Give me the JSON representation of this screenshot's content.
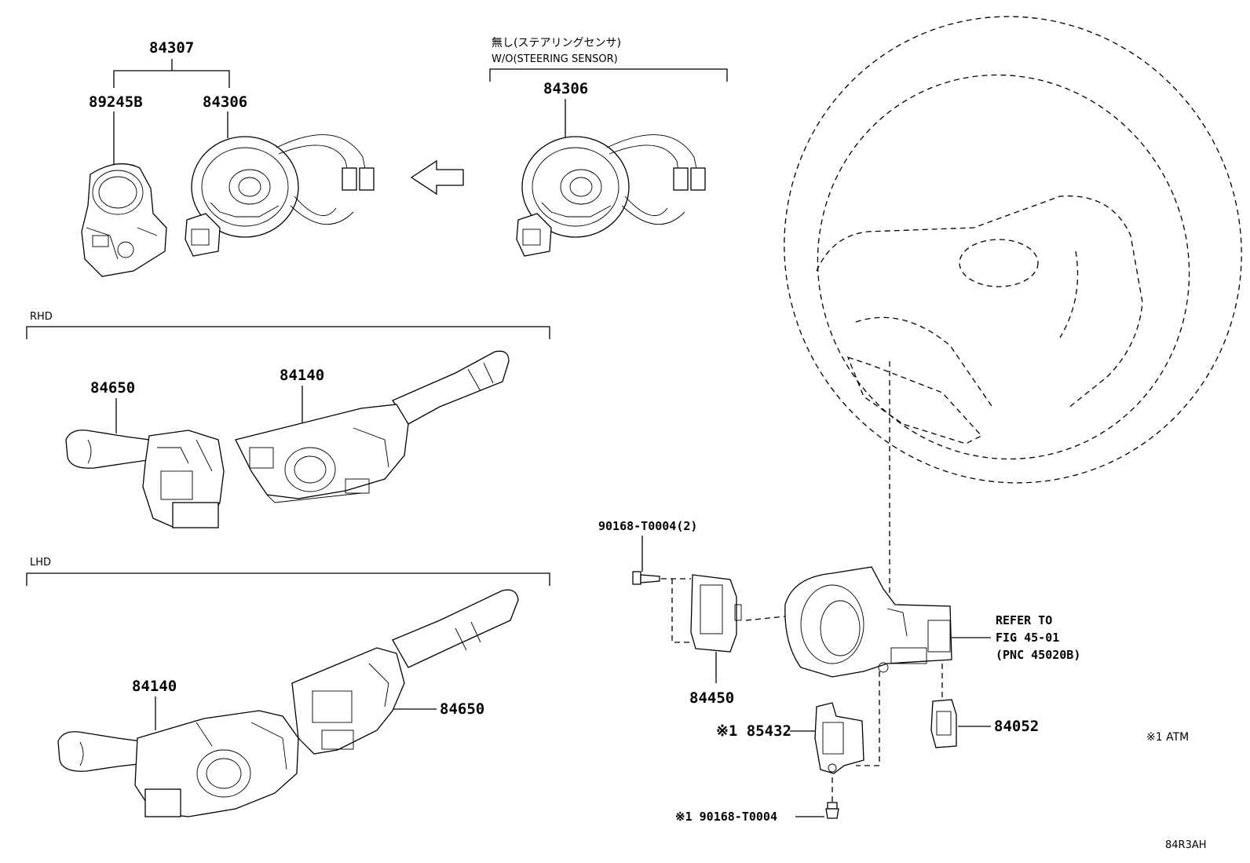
{
  "diagram": {
    "figure_code": "84R3AH",
    "note": "※1 ATM",
    "variant_jp": "無し(ステアリングセンサ)",
    "variant_en": "W/O(STEERING SENSOR)",
    "section_rhd": "RHD",
    "section_lhd": "LHD",
    "parts": {
      "p84307": "84307",
      "p89245b": "89245B",
      "p84306_left": "84306",
      "p84306_right": "84306",
      "p84650_rhd": "84650",
      "p84140_rhd": "84140",
      "p84140_lhd": "84140",
      "p84650_lhd": "84650",
      "p90168_t0004_2": "90168-T0004(2)",
      "p84450": "84450",
      "p85432": "※1 85432",
      "p90168_t0004": "※1 90168-T0004",
      "p84052": "84052"
    },
    "reference": {
      "line1": "REFER TO",
      "line2": "FIG 45-01",
      "line3": "(PNC 45020B)"
    }
  }
}
